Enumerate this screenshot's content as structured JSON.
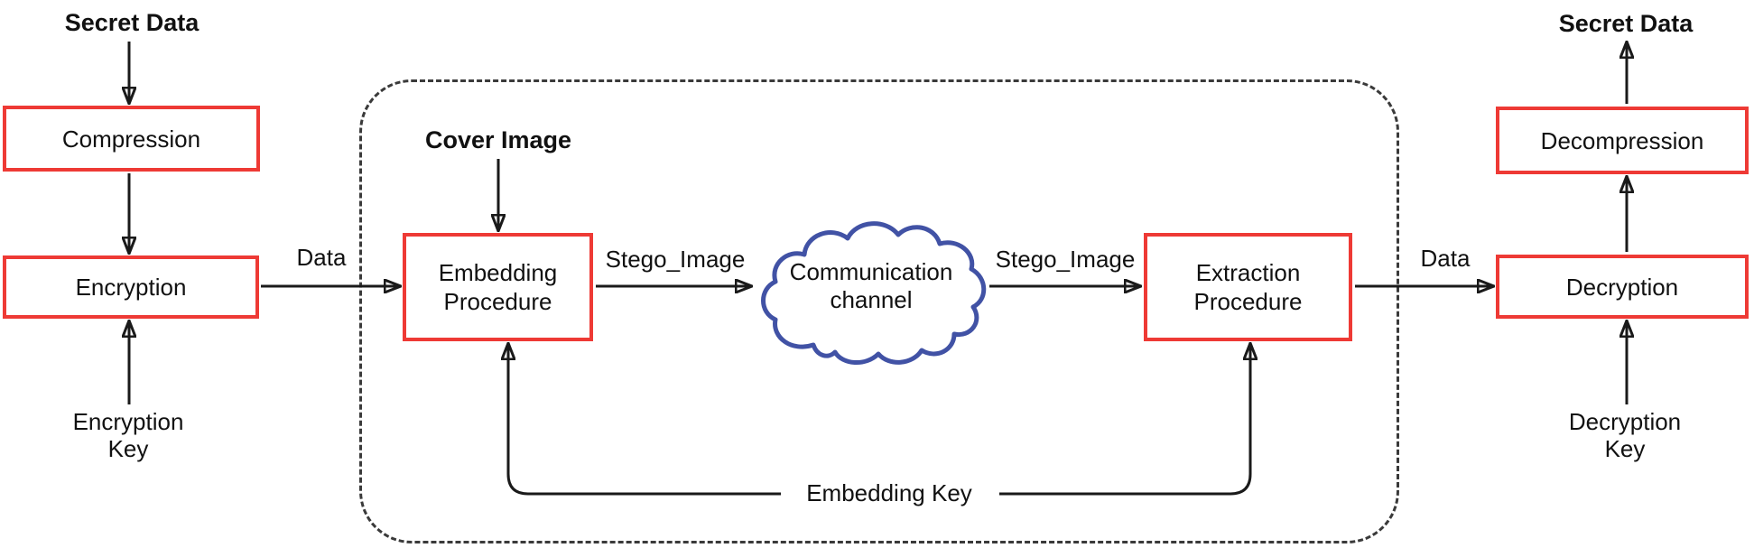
{
  "diagram": {
    "colors": {
      "box_border": "#ee3a35",
      "cloud_outline": "#4152a5",
      "connector": "#1a1a1a",
      "container_dash": "#3a3a3a",
      "text": "#111111"
    },
    "sender": {
      "secret_data_label": "Secret Data",
      "compression_box": "Compression",
      "encryption_box": "Encryption",
      "encryption_key_label": {
        "line1": "Encryption",
        "line2": "Key"
      },
      "data_flow_label": "Data"
    },
    "stego_container": {
      "cover_image_label": "Cover Image",
      "embedding_box": {
        "line1": "Embedding",
        "line2": "Procedure"
      },
      "stego_image_left_label": "Stego_Image",
      "communication_cloud": {
        "line1": "Communication",
        "line2": "channel"
      },
      "stego_image_right_label": "Stego_Image",
      "extraction_box": {
        "line1": "Extraction",
        "line2": "Procedure"
      },
      "embedding_key_label": "Embedding Key"
    },
    "receiver": {
      "data_flow_label": "Data",
      "decryption_box": "Decryption",
      "decompression_box": "Decompression",
      "secret_data_label": "Secret Data",
      "decryption_key_label": {
        "line1": "Decryption",
        "line2": "Key"
      }
    }
  }
}
